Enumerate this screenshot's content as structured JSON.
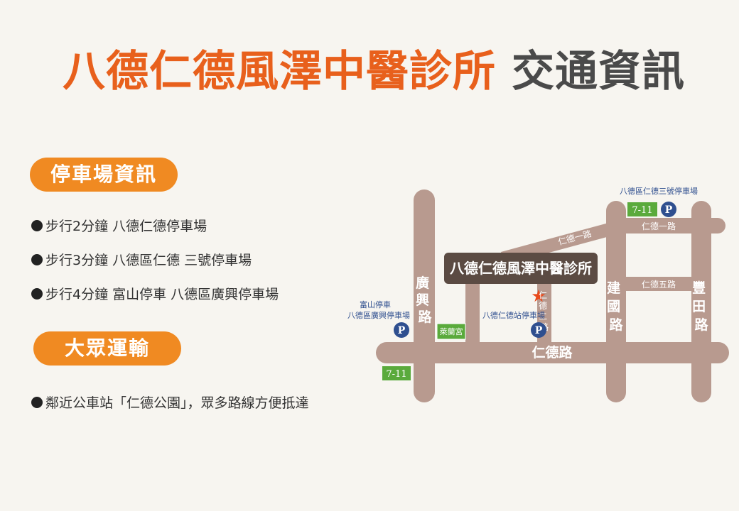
{
  "title": {
    "clinic": "八德仁德風澤中醫診所",
    "suffix": "交通資訊"
  },
  "parking": {
    "heading": "停車場資訊",
    "items": [
      "步行2分鐘 八德仁德停車場",
      "步行3分鐘 八德區仁德 三號停車場",
      "步行4分鐘 富山停車 八德區廣興停車場"
    ]
  },
  "transit": {
    "heading": "大眾運輸",
    "text": "鄰近公車站「仁德公園」，眾多路線方便抵達"
  },
  "map": {
    "sign": "八德仁德風澤中醫診所",
    "roads": {
      "guangxing": "廣興路",
      "jianguo": "建國路",
      "fengtian": "豐田路",
      "rende": "仁德路",
      "rende1": "仁德一路",
      "rende2": "仁德二路",
      "rende5": "仁德五路",
      "rende_top": "仁德一路"
    },
    "parking_labels": {
      "lot3_line1": "八德區仁德三號停車場",
      "fushan_line1": "富山停車",
      "fushan_line2": "八德區廣興停車場",
      "rende_station": "八德仁德站停車場"
    },
    "stores": {
      "seven_a": "7-11",
      "seven_b": "7-11",
      "temple": "萊蘭宮"
    },
    "parking_symbol": "P",
    "colors": {
      "road": "#b89a8f",
      "sign": "#5b4b43",
      "seven": "#5aaa3c",
      "parking": "#2f4f8f",
      "star": "#e84a1c",
      "label": "#2f4f8f"
    }
  }
}
